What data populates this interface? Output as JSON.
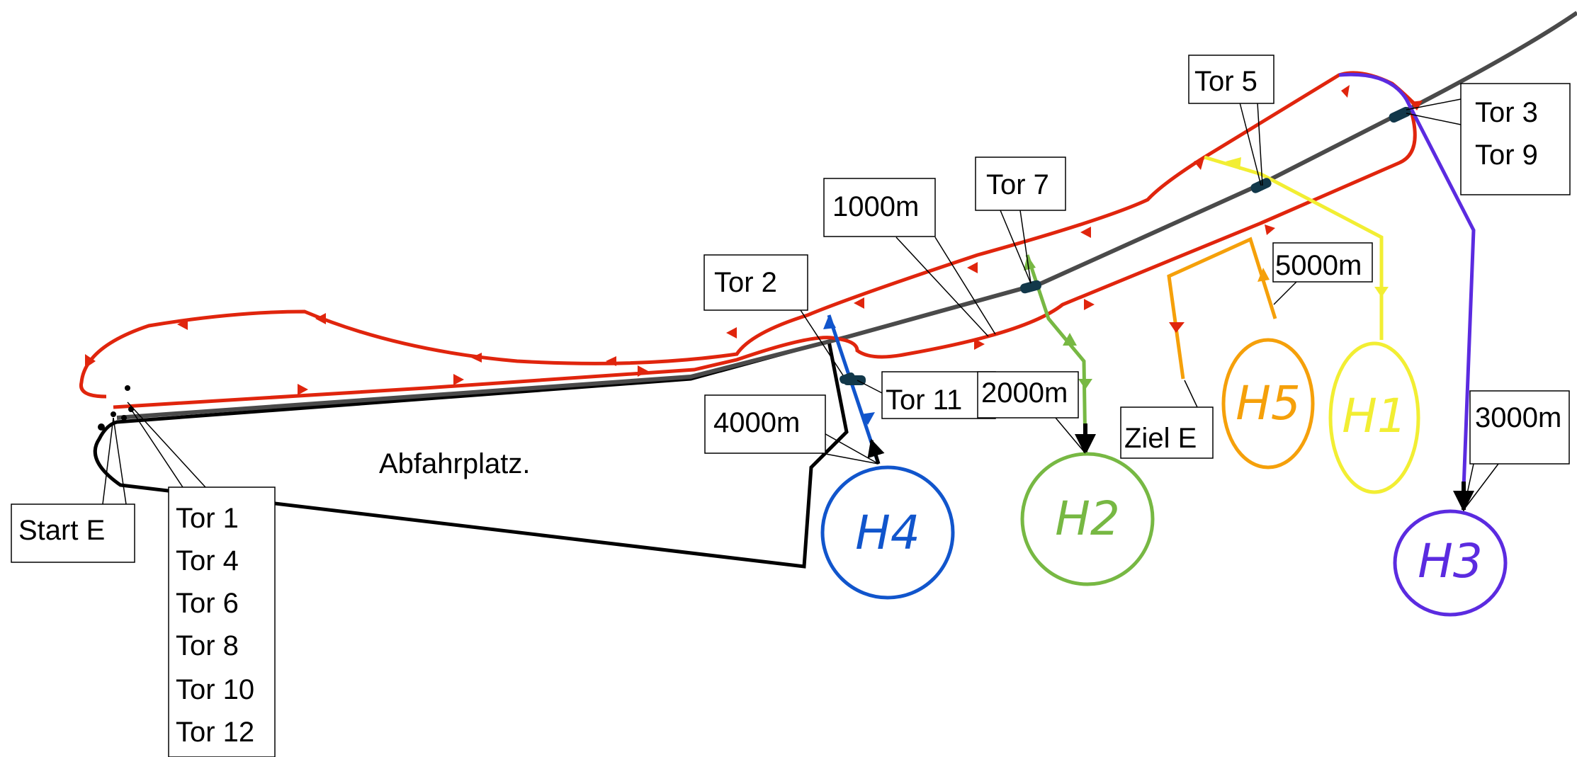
{
  "labels": {
    "start": "Start E",
    "tor_left": [
      "Tor 1",
      "Tor 4",
      "Tor 6",
      "Tor 8",
      "Tor 10",
      "Tor 12"
    ],
    "area": "Abfahrplatz.",
    "tor2": "Tor 2",
    "d4000": "4000m",
    "d1000": "1000m",
    "tor11": "Tor 11",
    "tor7": "Tor 7",
    "d2000": "2000m",
    "tor5": "Tor 5",
    "d5000": "5000m",
    "ziel": "Ziel E",
    "tor3": "Tor 3",
    "tor9": "Tor 9",
    "d3000": "3000m"
  },
  "helipads": [
    {
      "name": "H4",
      "color": "#1155cc"
    },
    {
      "name": "H2",
      "color": "#77b843"
    },
    {
      "name": "H5",
      "color": "#f5a00a"
    },
    {
      "name": "H1",
      "color": "#f2ee33"
    },
    {
      "name": "H3",
      "color": "#5b2be0"
    }
  ],
  "colors": {
    "red_loop": "#e0250d",
    "road": "#4a4a4a",
    "boundary": "#000000",
    "gate": "#12384a"
  }
}
